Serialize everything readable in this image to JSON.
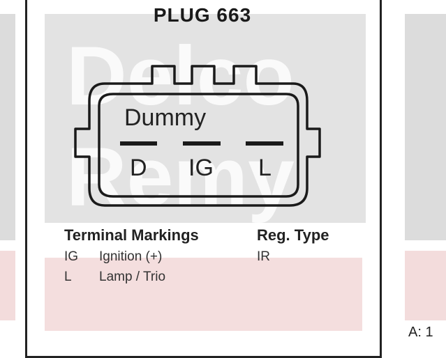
{
  "title": "PLUG 663",
  "connector": {
    "top_label": "Dummy",
    "pins": [
      "D",
      "IG",
      "L"
    ]
  },
  "legend": {
    "terminal_header": "Terminal Markings",
    "reg_header": "Reg. Type",
    "rows": [
      {
        "code": "IG",
        "desc": "Ignition (+)"
      },
      {
        "code": "L",
        "desc": "Lamp / Trio"
      }
    ],
    "reg_value": "IR"
  },
  "watermark": {
    "lines": [
      "Delco",
      "Remy"
    ],
    "colors": {
      "gray": "#d9d9d9",
      "pink": "#f3dddd"
    }
  },
  "side_text": "A: 1"
}
